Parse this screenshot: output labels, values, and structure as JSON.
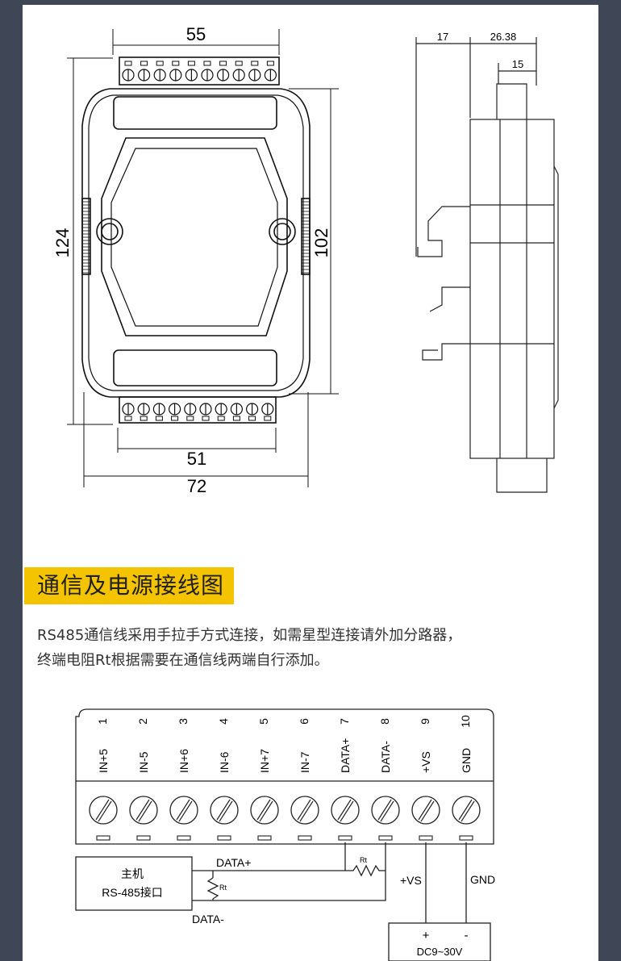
{
  "dimension_drawing": {
    "front_view": {
      "top_width": "55",
      "total_height": "124",
      "body_height": "102",
      "bottom_width": "51",
      "total_width": "72"
    },
    "side_view": {
      "depth_left": "17",
      "depth_right": "26.38",
      "rail_offset": "15"
    }
  },
  "section": {
    "title": "通信及电源接线图",
    "description_lines": [
      "RS485通信线采用手拉手方式连接，如需星型连接请外加分路器，",
      "终端电阻Rt根据需要在通信线两端自行添加。"
    ]
  },
  "wiring": {
    "terminals": [
      {
        "num": "1",
        "label": "IN+5"
      },
      {
        "num": "2",
        "label": "IN-5"
      },
      {
        "num": "3",
        "label": "IN+6"
      },
      {
        "num": "4",
        "label": "IN-6"
      },
      {
        "num": "5",
        "label": "IN+7"
      },
      {
        "num": "6",
        "label": "IN-7"
      },
      {
        "num": "7",
        "label": "DATA+"
      },
      {
        "num": "8",
        "label": "DATA-"
      },
      {
        "num": "9",
        "label": "+VS"
      },
      {
        "num": "10",
        "label": "GND"
      }
    ],
    "host_line1": "主机",
    "host_line2": "RS-485接口",
    "data_plus": "DATA+",
    "data_minus": "DATA-",
    "rt_label": "Rt",
    "vs_label": "+VS",
    "gnd_label": "GND",
    "psu_plus": "+",
    "psu_minus": "-",
    "psu_label": "DC9~30V"
  }
}
